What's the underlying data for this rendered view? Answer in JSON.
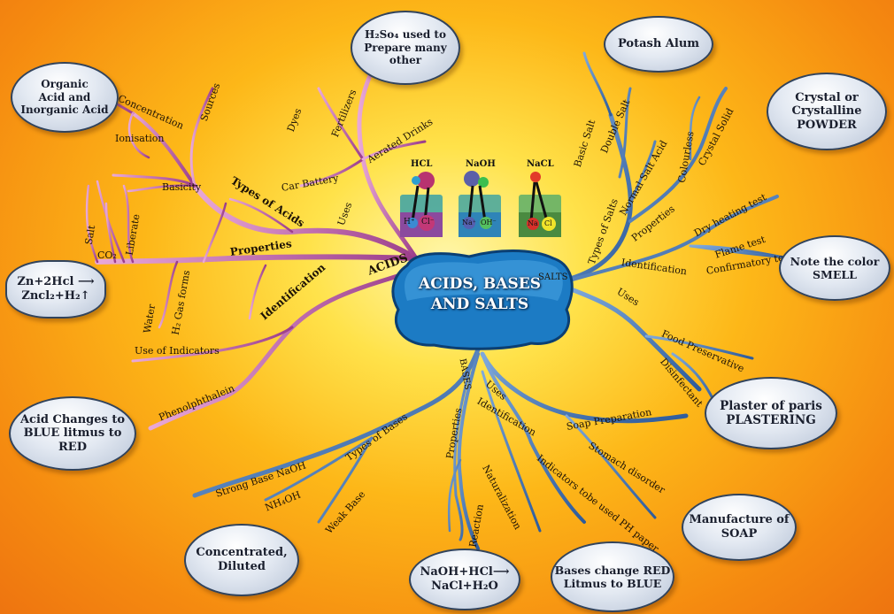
{
  "center": {
    "title": "ACIDS, BASES\nAND SALTS"
  },
  "branches": {
    "acids": "ACIDS",
    "bases": "BASES",
    "salts": "SALTS"
  },
  "acids": {
    "types_of_acids": "Types of Acids",
    "concentration": "Concentration",
    "sources": "Sources",
    "ionisation": "Ionisation",
    "basicity": "Basicity",
    "uses": "Uses",
    "dyes": "Dyes",
    "fertilizers": "Fertilizers",
    "aerated_drinks": "Aerated Drinks",
    "car_battery": "Car Battery",
    "properties": "Properties",
    "salt": "Salt",
    "co2": "CO₂",
    "liberate": "Liberate",
    "water": "Water",
    "h2_gas_forms": "H₂ Gas forms",
    "identification": "Identification",
    "use_of_indicators": "Use of Indicators",
    "phenolphthalein": "Phenolphthalein"
  },
  "salts": {
    "basic_salt": "Basic Salt",
    "double_salt": "Double Salt",
    "normal_salt_acid": "Normal Salt Acid",
    "types_of_salts": "Types of Salts",
    "properties": "Properties",
    "colourless": "Colourless",
    "crystal_solid": "Crystal Solid",
    "identification": "Identification",
    "dry_heating_test": "Dry heating test",
    "flame_test": "Flame test",
    "confirmatory_test": "Confirmatory test",
    "uses": "Uses",
    "food_preservative": "Food Preservative",
    "disinfectant": "Disinfectant"
  },
  "bases": {
    "uses": "Uses",
    "soap_preparation": "Soap Preparation",
    "stomach_disorder": "Stomach disorder",
    "identification": "Identification",
    "indicators": "Indicators tobe used PH paper",
    "types_of_bases": "Types of Bases",
    "strong_base": "Strong Base NaOH",
    "nh4oh": "NH₄OH",
    "weak_base": "Weak Base",
    "properties": "Properties",
    "reaction": "Reaction",
    "naturalization": "Naturalization"
  },
  "bubbles": {
    "organic": "Organic\nAcid and\nInorganic Acid",
    "h2so4": "H₂So₄ used to\nPrepare many\nother",
    "zn": "Zn+2Hcl ⟶\nZncl₂+H₂↑",
    "acid_changes": "Acid Changes to\nBLUE litmus to\nRED",
    "concentrated": "Concentrated,\nDiluted",
    "naoh_hcl": "NaOH+HCl⟶\nNaCl+H₂O",
    "bases_change": "Bases change RED\nLitmus to BLUE",
    "manufacture": "Manufacture of\nSOAP",
    "plaster": "Plaster of paris\nPLASTERING",
    "note_color": "Note the color\nSMELL",
    "crystal": "Crystal or\nCrystalline\nPOWDER",
    "potash": "Potash Alum"
  },
  "beakers": {
    "hcl": {
      "label": "HCL",
      "ion1": "H⁺",
      "ion2": "Cl⁻"
    },
    "naoh": {
      "label": "NaOH",
      "ion1": "Na⁺",
      "ion2": "OH⁻"
    },
    "nacl": {
      "label": "NaCL",
      "ion1": "Na",
      "ion2": "Cl"
    }
  },
  "colors": {
    "acid_branch": "#b0509a",
    "base_branch": "#3d6fb0",
    "center": "#1e7ec8",
    "bubble_border": "#31435c"
  }
}
